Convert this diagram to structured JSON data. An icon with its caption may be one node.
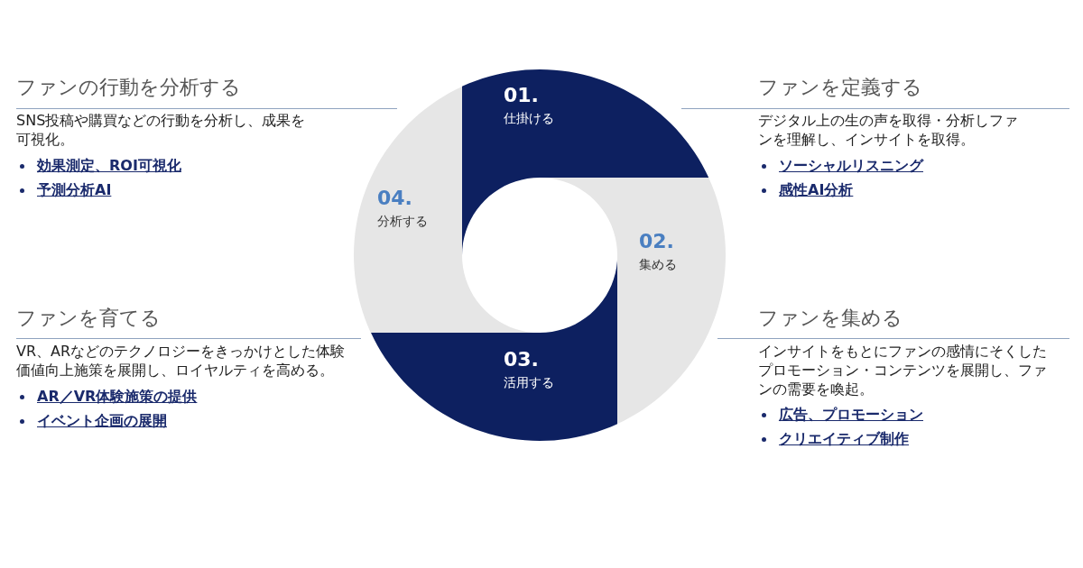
{
  "diagram": {
    "nodes": [
      {
        "text": [
          "01.",
          "仕掛ける"
        ]
      },
      {
        "text": [
          "02.",
          "集める"
        ]
      },
      {
        "text": [
          "03.",
          "活用する"
        ]
      },
      {
        "text": [
          "04.",
          "分析する"
        ]
      }
    ],
    "labels": [
      "ファンの行動を分析する",
      "SNS投稿や購買などの行動を分析し、成果を可視化。",
      "効果測定、ROI可視化",
      "予測分析AI",
      "ファンを定義する",
      "デジタル上の生の声を取得・分析しファンを理解し、インサイトを取得。",
      "ソーシャルリスニング",
      "感性AI分析",
      "ファンを育てる",
      "VR、ARなどのテクノロジーをきっかけとした体験価値向上施策を展開し、ロイヤルティを高める。",
      "AR／VR体験施策の提供",
      "イベント企画の展開",
      "ファンを集める",
      "インサイトをもとにファンの感情にそくしたプロモーション・コンテンツを展開し、ファンの需要を喚起。",
      "広告、プロモーション",
      "クリエイティブ制作"
    ]
  }
}
